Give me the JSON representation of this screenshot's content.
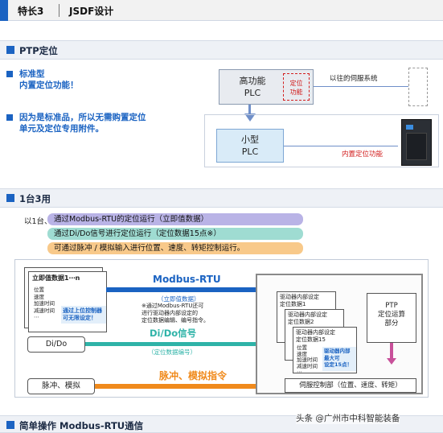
{
  "header": {
    "feature": "特长3",
    "title": "JSDF设计"
  },
  "sections": {
    "ptp": "PTP定位",
    "one_three": "1台3用",
    "simple": "简单操作 Modbus-RTU通信"
  },
  "ptp": {
    "bullet1_line1": "标准型",
    "bullet1_line2": "内置定位功能！",
    "bullet2_line1": "因为是标准品，所以无需购置定位",
    "bullet2_line2": "单元及定位专用附件。",
    "high_plc_line1": "高功能",
    "high_plc_line2": "PLC",
    "pos_func_line1": "定位",
    "pos_func_line2": "功能",
    "legacy_servo": "以往的伺服系统",
    "small_plc_line1": "小型",
    "small_plc_line2": "PLC",
    "builtin_pos": "内置定位功能"
  },
  "one_three": {
    "prefix": "以1台、",
    "opt1": "通过Modbus-RTU的定位运行（立即值数据）",
    "opt2": "通过Di/Do信号进行定位运行（定位数据15点※）",
    "opt3": "可通过脉冲 / 模拟输入进行位置、速度、转矩控制运行。"
  },
  "diagram": {
    "immediate_title": "立即值数据1⋯n",
    "list_items": [
      "位置",
      "速度",
      "加速时间",
      "减速时间",
      "⋯"
    ],
    "host_line1": "通过上位控制器",
    "host_line2": "可无限设定！",
    "modbus": "Modbus-RTU",
    "modbus_sub": "（立即值数据）",
    "note_line1": "※通过Modbus-RTU还可",
    "note_line2": "进行驱动器内部设定的",
    "note_line3": "定位数据编辑、编号指令。",
    "dido_box": "Di/Do",
    "dido_signal": "Di/Do信号",
    "dido_sub": "（定位数据编号）",
    "pulse_box": "脉冲、模拟",
    "pulse_cmd": "脉冲、模拟指令",
    "drv_card1_line1": "驱动器内部设定",
    "drv_card1_line2": "定位数据1",
    "drv_card2_line1": "驱动器内部设定",
    "drv_card2_line2": "定位数据2",
    "drv_card3_line1": "驱动器内部设定",
    "drv_card3_line2": "定位数据15",
    "drv_card_items": [
      "位置",
      "速度",
      "加速时间",
      "减速时间",
      "⋯"
    ],
    "max15_line1": "驱动器内部",
    "max15_line2": "最大可",
    "max15_line3": "设定15点！",
    "ptp_calc_line1": "PTP",
    "ptp_calc_line2": "定位运算",
    "ptp_calc_line3": "部分",
    "servo_ctrl": "伺服控制部（位置、速度、转矩）"
  },
  "watermark": "头条 @广州市中科智能装备",
  "colors": {
    "blue": "#1b63c2",
    "red": "#d21e1e",
    "orange": "#f08a1c",
    "teal": "#2fb3a8",
    "purple": "#b9b3e6",
    "green_pill": "#9fdcd2",
    "orange_pill": "#f8c98a"
  }
}
